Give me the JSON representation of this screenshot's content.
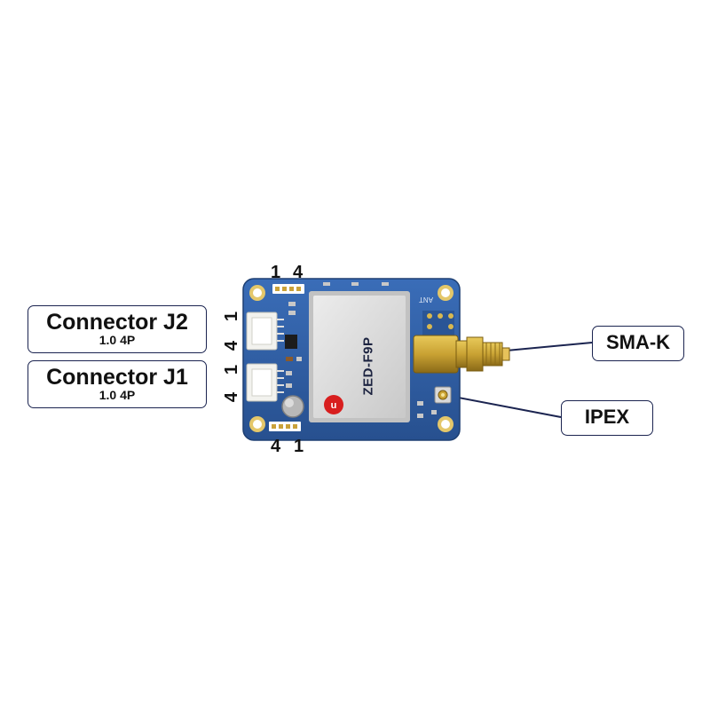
{
  "labels": {
    "connector_j2": {
      "title": "Connector J2",
      "spec": "1.0 4P"
    },
    "connector_j1": {
      "title": "Connector J1",
      "spec": "1.0 4P"
    },
    "sma": "SMA-K",
    "ipex": "IPEX"
  },
  "pins": {
    "top_left": "1",
    "top_right": "4",
    "bottom_left": "4",
    "bottom_right": "1",
    "j2_top": "1",
    "j2_bottom": "4",
    "j1_top": "1",
    "j1_bottom": "4"
  },
  "board": {
    "module_name": "ZED-F9P",
    "antenna_silk": "ANT"
  },
  "colors": {
    "pcb": "#2f5fa8",
    "shield": "#d9d9d9",
    "gold": "#c9a233",
    "callout": "#1b2450",
    "logo": "#d81e1e"
  }
}
